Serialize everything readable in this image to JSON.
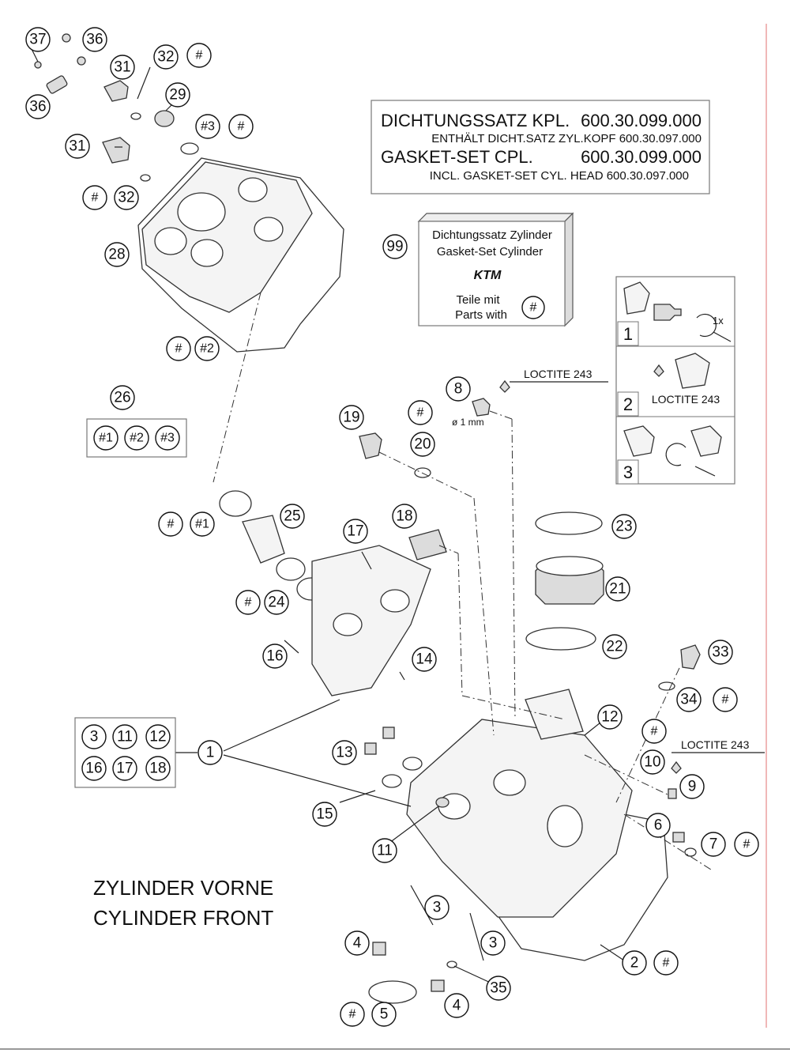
{
  "gasket_notice": {
    "line1_left": "DICHTUNGSSATZ KPL.",
    "line1_right": "600.30.099.000",
    "line2": "ENTHÄLT DICHT.SATZ ZYL.KOPF 600.30.097.000",
    "line3_left": "GASKET-SET CPL.",
    "line3_right": "600.30.099.000",
    "line4": "INCL. GASKET-SET CYL. HEAD 600.30.097.000"
  },
  "gasket_kit": {
    "number": "99",
    "line1": "Dichtungssatz Zylinder",
    "line2": "Gasket-Set Cylinder",
    "logo": "KTM",
    "parts1": "Teile mit",
    "parts2": "Parts with",
    "symbol": "#"
  },
  "steps": [
    {
      "num": "1",
      "note": "1x"
    },
    {
      "num": "2",
      "note": "LOCTITE 243"
    },
    {
      "num": "3",
      "note": ""
    }
  ],
  "loctite_labels": [
    "LOCTITE 243",
    "LOCTITE 243"
  ],
  "diameter_label": "ø 1 mm",
  "group_26": {
    "number": "26",
    "items": [
      "#1",
      "#2",
      "#3"
    ]
  },
  "group_1": {
    "items": [
      "3",
      "11",
      "12",
      "16",
      "17",
      "18"
    ],
    "number": "1"
  },
  "title": {
    "line1": "ZYLINDER VORNE",
    "line2": "CYLINDER FRONT"
  },
  "callouts": [
    "37",
    "36",
    "31",
    "32",
    "#",
    "36",
    "29",
    "#3",
    "#",
    "31",
    "#",
    "32",
    "28",
    "#",
    "#2",
    "99",
    "8",
    "#",
    "19",
    "20",
    "#",
    "#1",
    "25",
    "18",
    "17",
    "23",
    "21",
    "#",
    "24",
    "22",
    "16",
    "14",
    "33",
    "34",
    "#",
    "12",
    "#",
    "13",
    "10",
    "9",
    "15",
    "6",
    "11",
    "7",
    "#",
    "3",
    "4",
    "3",
    "2",
    "#",
    "35",
    "#",
    "5",
    "4"
  ]
}
